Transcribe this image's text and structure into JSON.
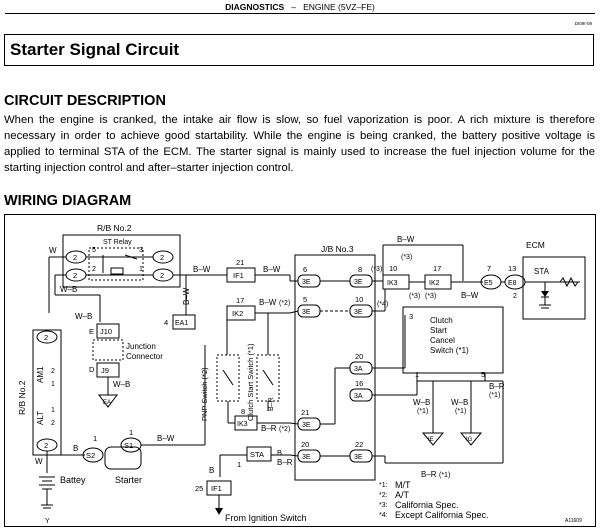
{
  "header": {
    "section": "DIAGNOSTICS",
    "separator": "–",
    "engine": "ENGINE (5VZ–FE)",
    "page_code": "DI09I-09"
  },
  "title": "Starter Signal Circuit",
  "circuit_description": {
    "heading": "CIRCUIT DESCRIPTION",
    "text": "When the engine is cranked, the intake air flow is slow, so fuel vaporization is poor. A rich mixture is therefore necessary in order to achieve good startability. While the engine is being cranked, the battery positive voltage is applied to terminal STA of the ECM. The starter signal is mainly used to increase the fuel injection volume for the starting injection control and after–starter injection control."
  },
  "wiring_diagram": {
    "heading": "WIRING DIAGRAM",
    "rb2_top": "R/B No.2",
    "st_relay": "ST Relay",
    "jb3": "J/B No.3",
    "ecm": "ECM",
    "sta": "STA",
    "rb2_side": "R/B No.2",
    "am1": "AM1",
    "alt": "ALT",
    "junction_connector": "Junction\nConnector",
    "pnp_switch": "PNP Switch (*2)",
    "clutch_start_switch": "Clutch Start Switch (*1)",
    "clutch_cancel": "Clutch\nStart\nCancel\nSwitch (*1)",
    "battery": "Battey",
    "starter": "Starter",
    "from_ignition": "From Ignition Switch",
    "fig_code": "A11609",
    "ground_ea": "EA",
    "ground_ie": "IE",
    "ground_ig": "IG",
    "wire_colors": {
      "w": "W",
      "b": "B",
      "bw": "B–W",
      "wb": "W–B",
      "br": "B–R",
      "y": "Y"
    },
    "connectors": {
      "if1": "IF1",
      "ik2": "IK2",
      "ik3": "IK3",
      "e5": "E5",
      "e8": "E8",
      "ea1": "EA1",
      "j10": "J10",
      "j9": "J9",
      "s2": "S2",
      "s1": "S1",
      "sta": "STA",
      "e3": "3E",
      "a3": "3A"
    },
    "notes": [
      {
        "mark": "*1:",
        "text": "M/T"
      },
      {
        "mark": "*2:",
        "text": "A/T"
      },
      {
        "mark": "*3:",
        "text": "California Spec."
      },
      {
        "mark": "*4:",
        "text": "Except California Spec."
      }
    ]
  }
}
